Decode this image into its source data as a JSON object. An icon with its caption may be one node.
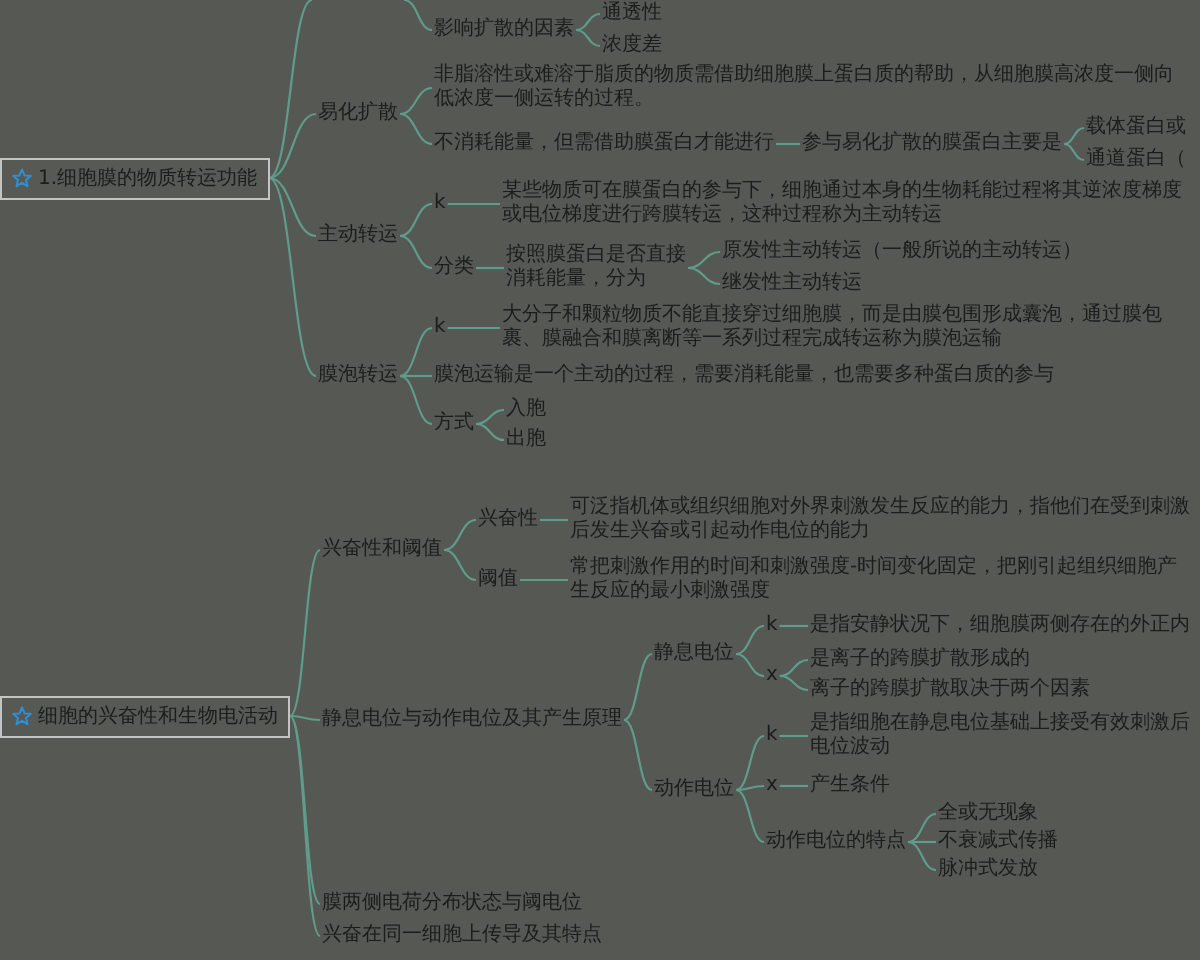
{
  "diagram": {
    "nodes": [
      {
        "text": [
          "1.细胞膜的物质转运功能"
        ]
      },
      {
        "text": [
          "影响扩散的因素"
        ]
      },
      {
        "text": [
          "通透性"
        ]
      },
      {
        "text": [
          "浓度差"
        ]
      },
      {
        "text": [
          "易化扩散"
        ]
      },
      {
        "text": [
          "非脂溶性或难溶于脂质的物质需借助细胞膜上蛋白质的帮助，从细胞膜高浓度一侧向低浓度一侧运转的过程。"
        ]
      },
      {
        "text": [
          "不消耗能量，但需借助膜蛋白才能进行"
        ]
      },
      {
        "text": [
          "参与易化扩散的膜蛋白主要是"
        ]
      },
      {
        "text": [
          "载体蛋白或"
        ]
      },
      {
        "text": [
          "通道蛋白（"
        ]
      },
      {
        "text": [
          "主动转运"
        ]
      },
      {
        "text": [
          "k"
        ]
      },
      {
        "text": [
          "某些物质可在膜蛋白的参与下，细胞通过本身的生物耗能过程将其逆浓度梯度或电位梯度进行跨膜转运，这种过程称为主动转运"
        ]
      },
      {
        "text": [
          "分类"
        ]
      },
      {
        "text": [
          "按照膜蛋白是否直接消耗能量，分为"
        ]
      },
      {
        "text": [
          "原发性主动转运（一般所说的主动转运）"
        ]
      },
      {
        "text": [
          "继发性主动转运"
        ]
      },
      {
        "text": [
          "膜泡转运"
        ]
      },
      {
        "text": [
          "k"
        ]
      },
      {
        "text": [
          "大分子和颗粒物质不能直接穿过细胞膜，而是由膜包围形成囊泡，通过膜包裹、膜融合和膜离断等一系列过程完成转运称为膜泡运输"
        ]
      },
      {
        "text": [
          "膜泡运输是一个主动的过程，需要消耗能量，也需要多种蛋白质的参与"
        ]
      },
      {
        "text": [
          "方式"
        ]
      },
      {
        "text": [
          "入胞"
        ]
      },
      {
        "text": [
          "出胞"
        ]
      },
      {
        "text": [
          "细胞的兴奋性和生物电活动"
        ]
      },
      {
        "text": [
          "兴奋性和阈值"
        ]
      },
      {
        "text": [
          "兴奋性"
        ]
      },
      {
        "text": [
          "可泛指机体或组织细胞对外界刺激发生反应的能力，指他们在受到刺激后发生兴奋或引起动作电位的能力"
        ]
      },
      {
        "text": [
          "阈值"
        ]
      },
      {
        "text": [
          "常把刺激作用的时间和刺激强度-时间变化固定，把刚引起组织细胞产生反应的最小刺激强度"
        ]
      },
      {
        "text": [
          "静息电位与动作电位及其产生原理"
        ]
      },
      {
        "text": [
          "静息电位"
        ]
      },
      {
        "text": [
          "k"
        ]
      },
      {
        "text": [
          "是指安静状况下，细胞膜两侧存在的外正内"
        ]
      },
      {
        "text": [
          "x"
        ]
      },
      {
        "text": [
          "是离子的跨膜扩散形成的"
        ]
      },
      {
        "text": [
          "离子的跨膜扩散取决于两个因素"
        ]
      },
      {
        "text": [
          "动作电位"
        ]
      },
      {
        "text": [
          "k"
        ]
      },
      {
        "text": [
          "是指细胞在静息电位基础上接受有效刺激后电位波动"
        ]
      },
      {
        "text": [
          "x"
        ]
      },
      {
        "text": [
          "产生条件"
        ]
      },
      {
        "text": [
          "动作电位的特点"
        ]
      },
      {
        "text": [
          "全或无现象"
        ]
      },
      {
        "text": [
          "不衰减式传播"
        ]
      },
      {
        "text": [
          "脉冲式发放"
        ]
      },
      {
        "text": [
          "膜两侧电荷分布状态与阈电位"
        ]
      },
      {
        "text": [
          "兴奋在同一细胞上传导及其特点"
        ]
      }
    ],
    "edges": [
      {
        "from": 0,
        "to": null,
        "arrow": "none"
      },
      {
        "from": null,
        "to": 1,
        "arrow": "none"
      },
      {
        "from": 1,
        "to": 2,
        "arrow": "none"
      },
      {
        "from": 1,
        "to": 3,
        "arrow": "none"
      },
      {
        "from": 0,
        "to": 4,
        "arrow": "none"
      },
      {
        "from": 4,
        "to": 5,
        "arrow": "none"
      },
      {
        "from": 4,
        "to": 6,
        "arrow": "none"
      },
      {
        "from": 6,
        "to": 7,
        "arrow": "none"
      },
      {
        "from": 7,
        "to": 8,
        "arrow": "none"
      },
      {
        "from": 7,
        "to": 9,
        "arrow": "none"
      },
      {
        "from": 0,
        "to": 10,
        "arrow": "none"
      },
      {
        "from": 10,
        "to": 11,
        "arrow": "none"
      },
      {
        "from": 11,
        "to": 12,
        "arrow": "none"
      },
      {
        "from": 10,
        "to": 13,
        "arrow": "none"
      },
      {
        "from": 13,
        "to": 14,
        "arrow": "none"
      },
      {
        "from": 14,
        "to": 15,
        "arrow": "none"
      },
      {
        "from": 14,
        "to": 16,
        "arrow": "none"
      },
      {
        "from": 0,
        "to": 17,
        "arrow": "none"
      },
      {
        "from": 17,
        "to": 18,
        "arrow": "none"
      },
      {
        "from": 18,
        "to": 19,
        "arrow": "none"
      },
      {
        "from": 17,
        "to": 20,
        "arrow": "none"
      },
      {
        "from": 17,
        "to": 21,
        "arrow": "none"
      },
      {
        "from": 21,
        "to": 22,
        "arrow": "none"
      },
      {
        "from": 21,
        "to": 23,
        "arrow": "none"
      },
      {
        "from": 24,
        "to": 25,
        "arrow": "none"
      },
      {
        "from": 25,
        "to": 26,
        "arrow": "none"
      },
      {
        "from": 26,
        "to": 27,
        "arrow": "none"
      },
      {
        "from": 25,
        "to": 28,
        "arrow": "none"
      },
      {
        "from": 28,
        "to": 29,
        "arrow": "none"
      },
      {
        "from": 24,
        "to": 30,
        "arrow": "none"
      },
      {
        "from": 30,
        "to": 31,
        "arrow": "none"
      },
      {
        "from": 31,
        "to": 32,
        "arrow": "none"
      },
      {
        "from": 32,
        "to": 33,
        "arrow": "none"
      },
      {
        "from": 31,
        "to": 34,
        "arrow": "none"
      },
      {
        "from": 34,
        "to": 35,
        "arrow": "none"
      },
      {
        "from": 34,
        "to": 36,
        "arrow": "none"
      },
      {
        "from": 30,
        "to": 37,
        "arrow": "none"
      },
      {
        "from": 37,
        "to": 38,
        "arrow": "none"
      },
      {
        "from": 38,
        "to": 39,
        "arrow": "none"
      },
      {
        "from": 37,
        "to": 40,
        "arrow": "none"
      },
      {
        "from": 40,
        "to": 41,
        "arrow": "none"
      },
      {
        "from": 37,
        "to": 42,
        "arrow": "none"
      },
      {
        "from": 42,
        "to": 43,
        "arrow": "none"
      },
      {
        "from": 42,
        "to": 44,
        "arrow": "none"
      },
      {
        "from": 42,
        "to": 45,
        "arrow": "none"
      },
      {
        "from": 24,
        "to": 46,
        "arrow": "none"
      },
      {
        "from": 24,
        "to": 47,
        "arrow": "none"
      }
    ]
  }
}
